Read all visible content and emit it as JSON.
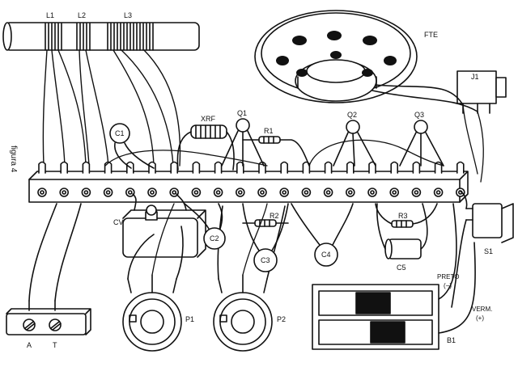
{
  "figure_label": "figura 4",
  "coils": {
    "l1": "L1",
    "l2": "L2",
    "l3": "L3"
  },
  "speaker": {
    "label": "FTE"
  },
  "jack": {
    "label": "J1"
  },
  "rf_choke": {
    "label": "XRF"
  },
  "transistors": {
    "q1": "Q1",
    "q2": "Q2",
    "q3": "Q3"
  },
  "resistors": {
    "r1": "R1",
    "r2": "R2",
    "r3": "R3"
  },
  "capacitors": {
    "c1": "C1",
    "c2": "C2",
    "c3": "C3",
    "c4": "C4",
    "c5": "C5",
    "cv": "CV"
  },
  "potentiometers": {
    "p1": "P1",
    "p2": "P2"
  },
  "switch": {
    "label": "S1"
  },
  "battery": {
    "label": "B1",
    "black_label": "PRETO",
    "black_sign": "(−)",
    "red_label": "VERM.",
    "red_sign": "(+)"
  },
  "antenna_terminal": {
    "a": "A",
    "t": "T"
  },
  "colors": {
    "ink": "#111111",
    "paper": "#ffffff"
  }
}
